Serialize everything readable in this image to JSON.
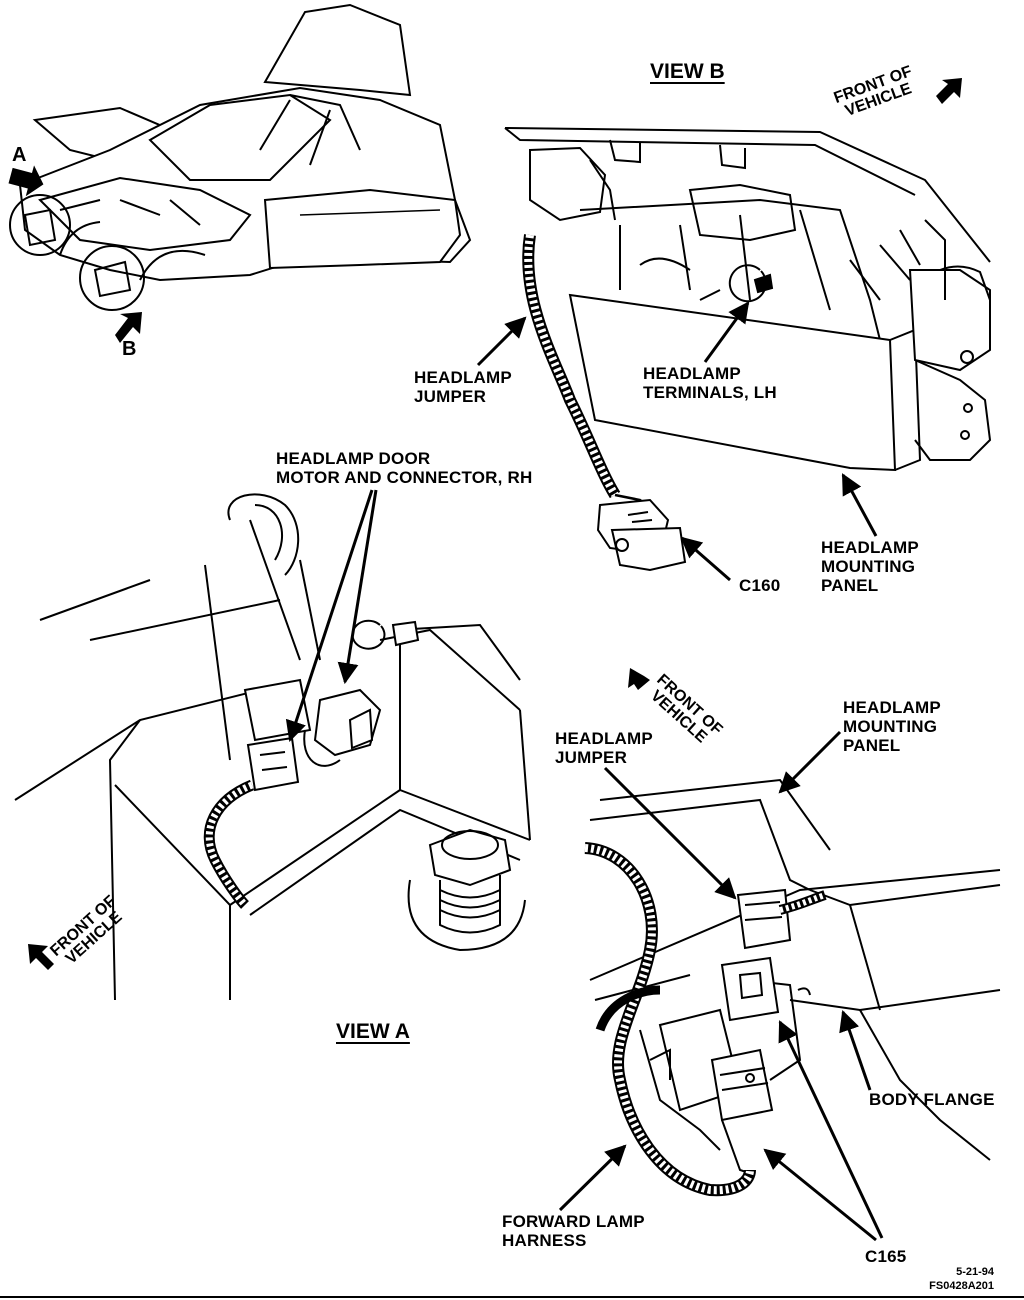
{
  "figure": {
    "view_a_title": "VIEW A",
    "view_b_title": "VIEW B",
    "markers": {
      "a": "A",
      "b": "B"
    },
    "labels": {
      "headlamp_jumper_b": "HEADLAMP\nJUMPER",
      "headlamp_terminals_lh": "HEADLAMP\nTERMINALS, LH",
      "headlamp_door_motor": "HEADLAMP DOOR\nMOTOR AND CONNECTOR, RH",
      "c160": "C160",
      "headlamp_mounting_panel_b": "HEADLAMP\nMOUNTING\nPANEL",
      "headlamp_mounting_panel_c": "HEADLAMP\nMOUNTING\nPANEL",
      "headlamp_jumper_c": "HEADLAMP\nJUMPER",
      "body_flange": "BODY FLANGE",
      "forward_lamp_harness": "FORWARD LAMP\nHARNESS",
      "c165": "C165"
    },
    "front_of_vehicle": {
      "b": "FRONT OF\nVEHICLE",
      "a": "FRONT OF\nVEHICLE",
      "c": "FRONT OF\nVEHICLE"
    },
    "footer": {
      "date": "5-21-94",
      "code": "FS0428A201"
    }
  }
}
